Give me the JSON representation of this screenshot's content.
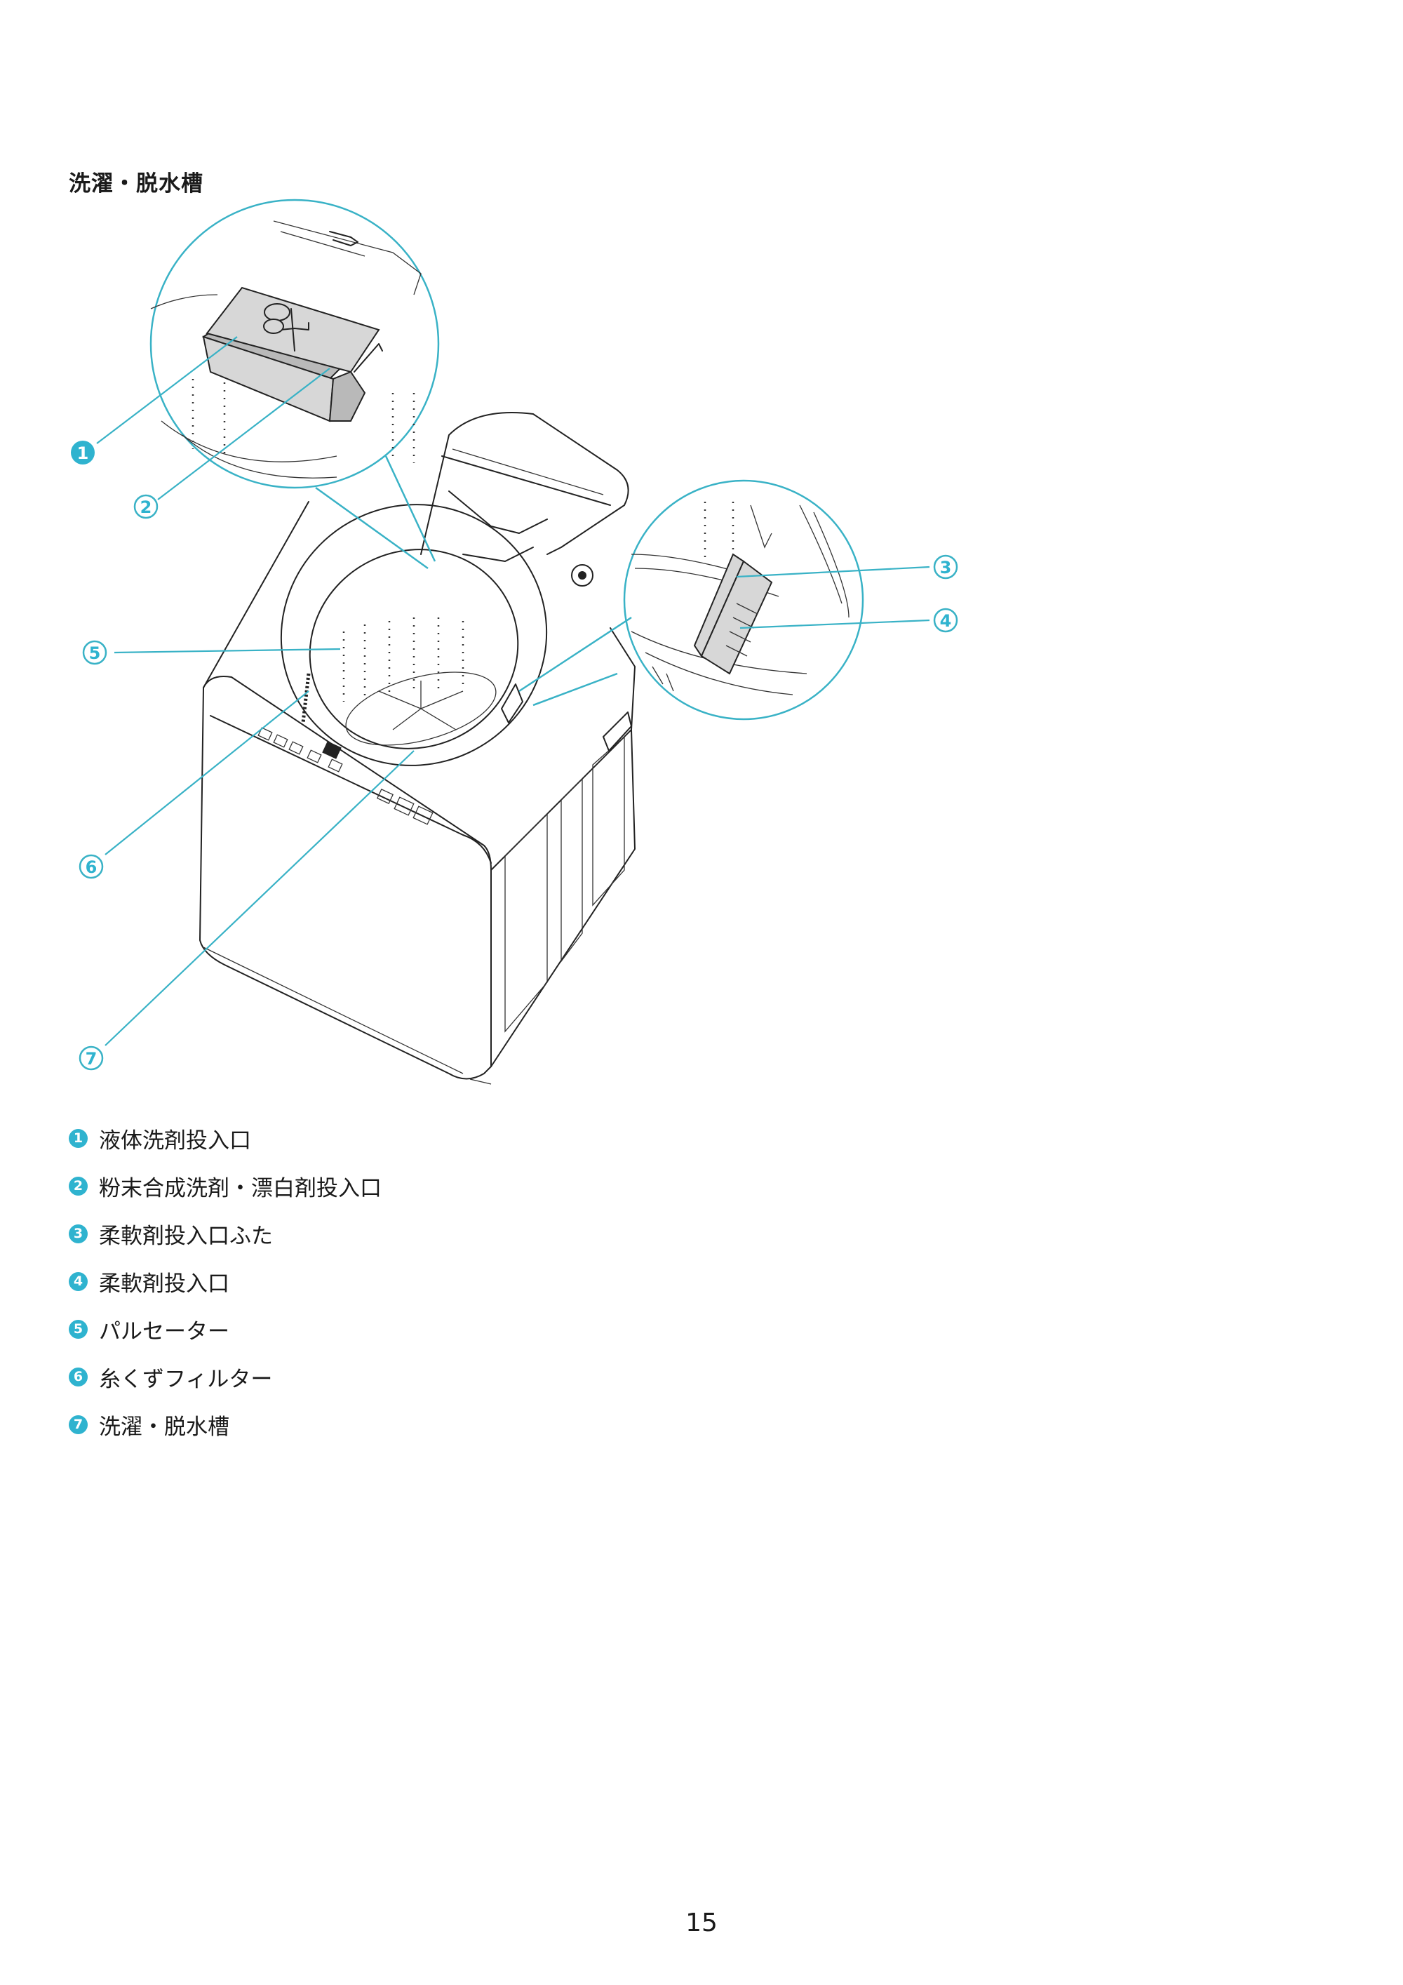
{
  "section_title": "洗濯・脱水槽",
  "callouts": [
    {
      "number": "1",
      "label": "液体洗剤投入口"
    },
    {
      "number": "2",
      "label": "粉末合成洗剤・漂白剤投入口"
    },
    {
      "number": "3",
      "label": "柔軟剤投入口ふた"
    },
    {
      "number": "4",
      "label": "柔軟剤投入口"
    },
    {
      "number": "5",
      "label": "パルセーター"
    },
    {
      "number": "6",
      "label": "糸くずフィルター"
    },
    {
      "number": "7",
      "label": "洗濯・脱水槽"
    }
  ],
  "page_number": "15",
  "colors": {
    "accent": "#2fb3cf",
    "line": "#222222",
    "shade": "#d7d7d7"
  }
}
